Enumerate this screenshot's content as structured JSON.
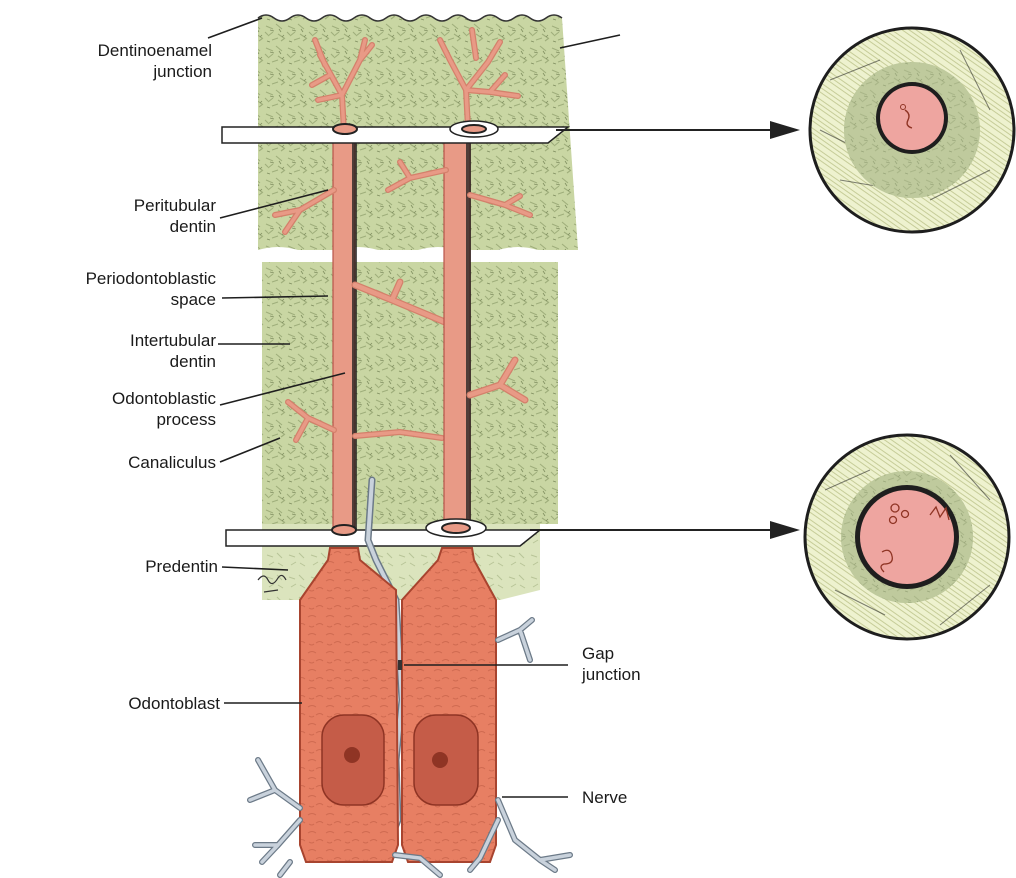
{
  "labels": {
    "dej": [
      "Dentinoenamel",
      "junction"
    ],
    "peritubular": [
      "Peritubular",
      "dentin"
    ],
    "periodontoblastic": [
      "Periodontoblastic",
      "space"
    ],
    "intertubular": [
      "Intertubular",
      "dentin"
    ],
    "odontoblastic_process": [
      "Odontoblastic",
      "process"
    ],
    "canaliculus": [
      "Canaliculus"
    ],
    "predentin": [
      "Predentin"
    ],
    "odontoblast": [
      "Odontoblast"
    ],
    "gap_junction": [
      "Gap",
      "junction"
    ],
    "nerve": [
      "Nerve"
    ]
  },
  "colors": {
    "dentin": "#c9d6a3",
    "dentin_dark": "#a9b886",
    "predentin": "#dbe4bd",
    "process": "#e89a86",
    "process_edge": "#b8554a",
    "cell": "#e77f63",
    "cell_edge": "#a8442f",
    "nucleus": "#c55c48",
    "nerve": "#c9d2dc",
    "nerve_edge": "#6c7a88",
    "cross_section_ring": "#e6ecc4",
    "cross_section_inner": "#b4be96"
  }
}
